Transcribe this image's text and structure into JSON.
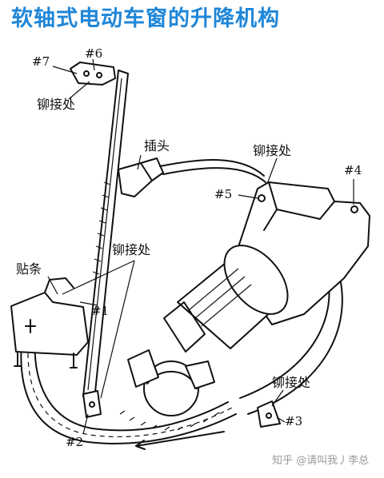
{
  "title": "软轴式电动车窗的升降机构",
  "labels": {
    "p7": "#7",
    "p6": "#6",
    "rivet_top_left": "铆接处",
    "plug": "插头",
    "rivet_top_right": "铆接处",
    "p4": "#4",
    "p5": "#5",
    "rivet_middle": "铆接处",
    "strip": "贴条",
    "p1": "#1",
    "rivet_bottom_right": "铆接处",
    "p3": "#3",
    "p2": "#2"
  },
  "watermark": "知乎 @请叫我丿李总",
  "colors": {
    "title": "#1f86d8",
    "line": "#111111",
    "watermark": "#9a9a9a"
  }
}
